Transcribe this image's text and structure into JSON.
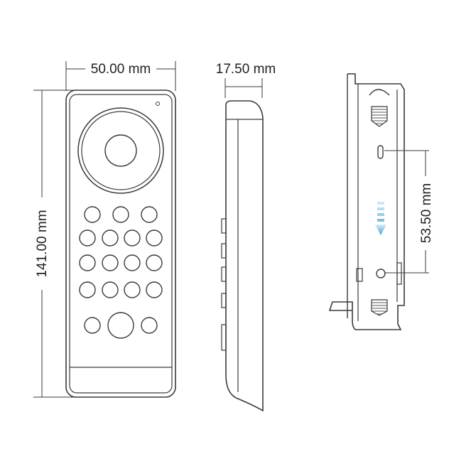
{
  "dimensions": {
    "width": "50.00 mm",
    "depth": "17.50 mm",
    "height": "141.00 mm",
    "mount_spacing": "53.50 mm"
  },
  "colors": {
    "line": "#3a3a3a",
    "arrow": "#4aa3d6"
  },
  "icons": {
    "down_arrow": "down-arrow-icon",
    "led": "led-indicator-icon"
  }
}
